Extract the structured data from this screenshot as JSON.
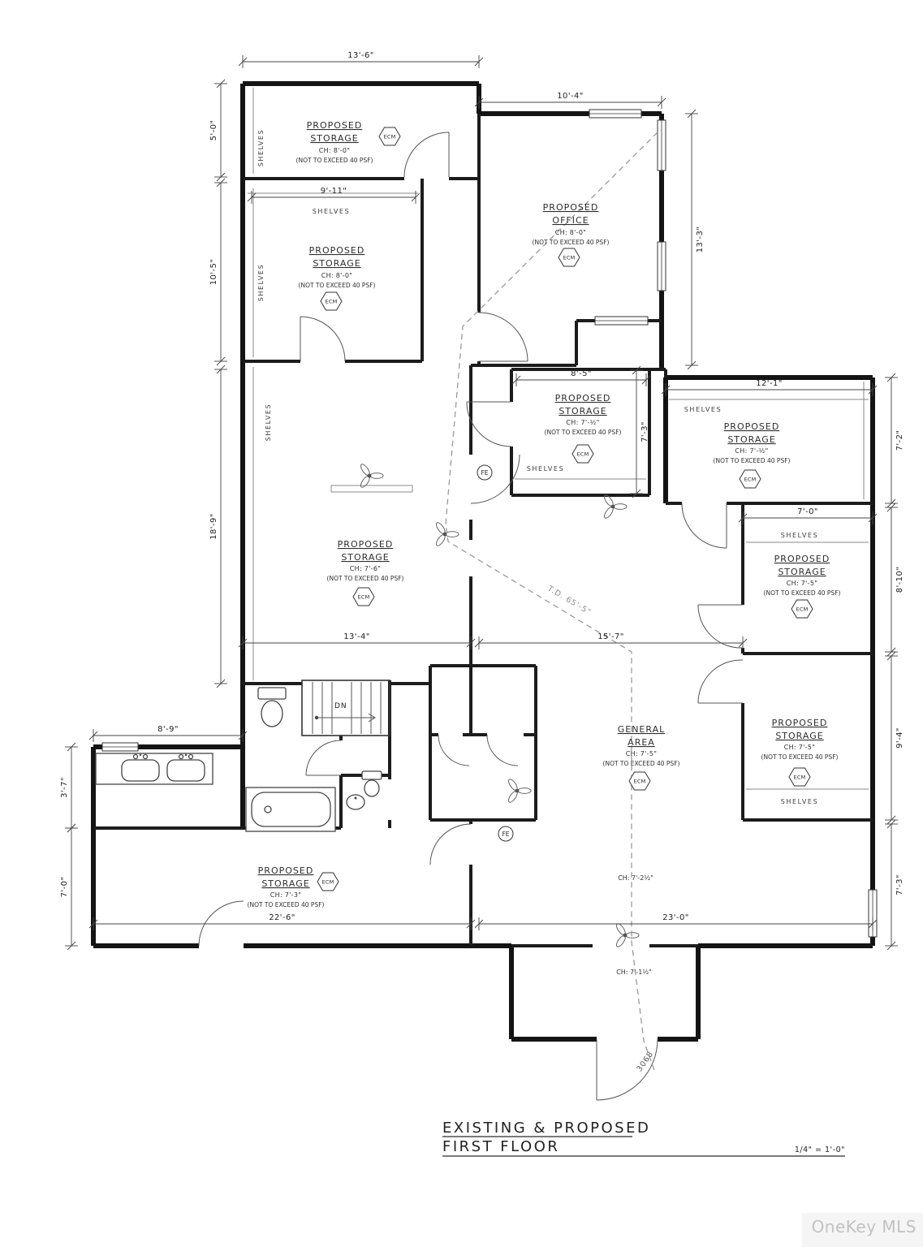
{
  "title": {
    "line1": "EXISTING & PROPOSED",
    "line2": "FIRST FLOOR",
    "scale": "1/4\" = 1'-0\""
  },
  "watermark": "OneKey MLS",
  "symbols": {
    "ecm": "ECM",
    "fe": "FE",
    "dn": "DN",
    "shelves": "SHELVES",
    "door_tag": "3068",
    "travel_distance": "T.D. 65'-5\""
  },
  "rooms": {
    "storage_top_left": {
      "line1": "PROPOSED",
      "line2": "STORAGE",
      "ch": "CH: 8'-0\"",
      "note": "(NOT TO EXCEED 40 PSF)"
    },
    "storage_left": {
      "line1": "PROPOSED",
      "line2": "STORAGE",
      "ch": "CH: 8'-0\"",
      "note": "(NOT TO EXCEED 40 PSF)"
    },
    "office": {
      "line1": "PROPOSED",
      "line2": "OFFICE",
      "ch": "CH: 8'-0\"",
      "note": "(NOT TO EXCEED 40 PSF)"
    },
    "storage_mid": {
      "line1": "PROPOSED",
      "line2": "STORAGE",
      "ch": "CH: 7'-½\"",
      "note": "(NOT TO EXCEED 40 PSF)"
    },
    "storage_right_top": {
      "line1": "PROPOSED",
      "line2": "STORAGE",
      "ch": "CH: 7'-½\"",
      "note": "(NOT TO EXCEED 40 PSF)"
    },
    "storage_right_mid": {
      "line1": "PROPOSED",
      "line2": "STORAGE",
      "ch": "CH: 7'-5\"",
      "note": "(NOT TO EXCEED 40 PSF)"
    },
    "storage_center": {
      "line1": "PROPOSED",
      "line2": "STORAGE",
      "ch": "CH: 7'-6\"",
      "note": "(NOT TO EXCEED 40 PSF)"
    },
    "storage_right_low": {
      "line1": "PROPOSED",
      "line2": "STORAGE",
      "ch": "CH: 7'-5\"",
      "note": "(NOT TO EXCEED 40 PSF)"
    },
    "general_area": {
      "line1": "GENERAL",
      "line2": "AREA",
      "ch": "CH: 7'-5\"",
      "note": "(NOT TO EXCEED 40 PSF)"
    },
    "storage_bottom": {
      "line1": "PROPOSED",
      "line2": "STORAGE",
      "ch": "CH: 7'-3\"",
      "note": "(NOT TO EXCEED 40 PSF)"
    }
  },
  "extra": {
    "ch_south": "CH: 7'-2½\"",
    "ch_vestibule": "CH: 7'-1½\""
  },
  "dims": {
    "d13_6": "13'-6\"",
    "d5_0": "5'-0\"",
    "d9_11": "9'-11\"",
    "d10_5": "10'-5\"",
    "d10_4": "10'-4\"",
    "d13_3": "13'-3\"",
    "d8_5": "8'-5\"",
    "d7_3a": "7'-3\"",
    "d12_1": "12'-1\"",
    "d7_2": "7'-2\"",
    "d7_0a": "7'-0\"",
    "d8_10": "8'-10\"",
    "d18_9": "18'-9\"",
    "d13_4": "13'-4\"",
    "d15_7": "15'-7\"",
    "d9_4": "9'-4\"",
    "d8_9": "8'-9\"",
    "d3_7": "3'-7\"",
    "d7_0b": "7'-0\"",
    "d22_6": "22'-6\"",
    "d23_0": "23'-0\"",
    "d7_3b": "7'-3\""
  }
}
